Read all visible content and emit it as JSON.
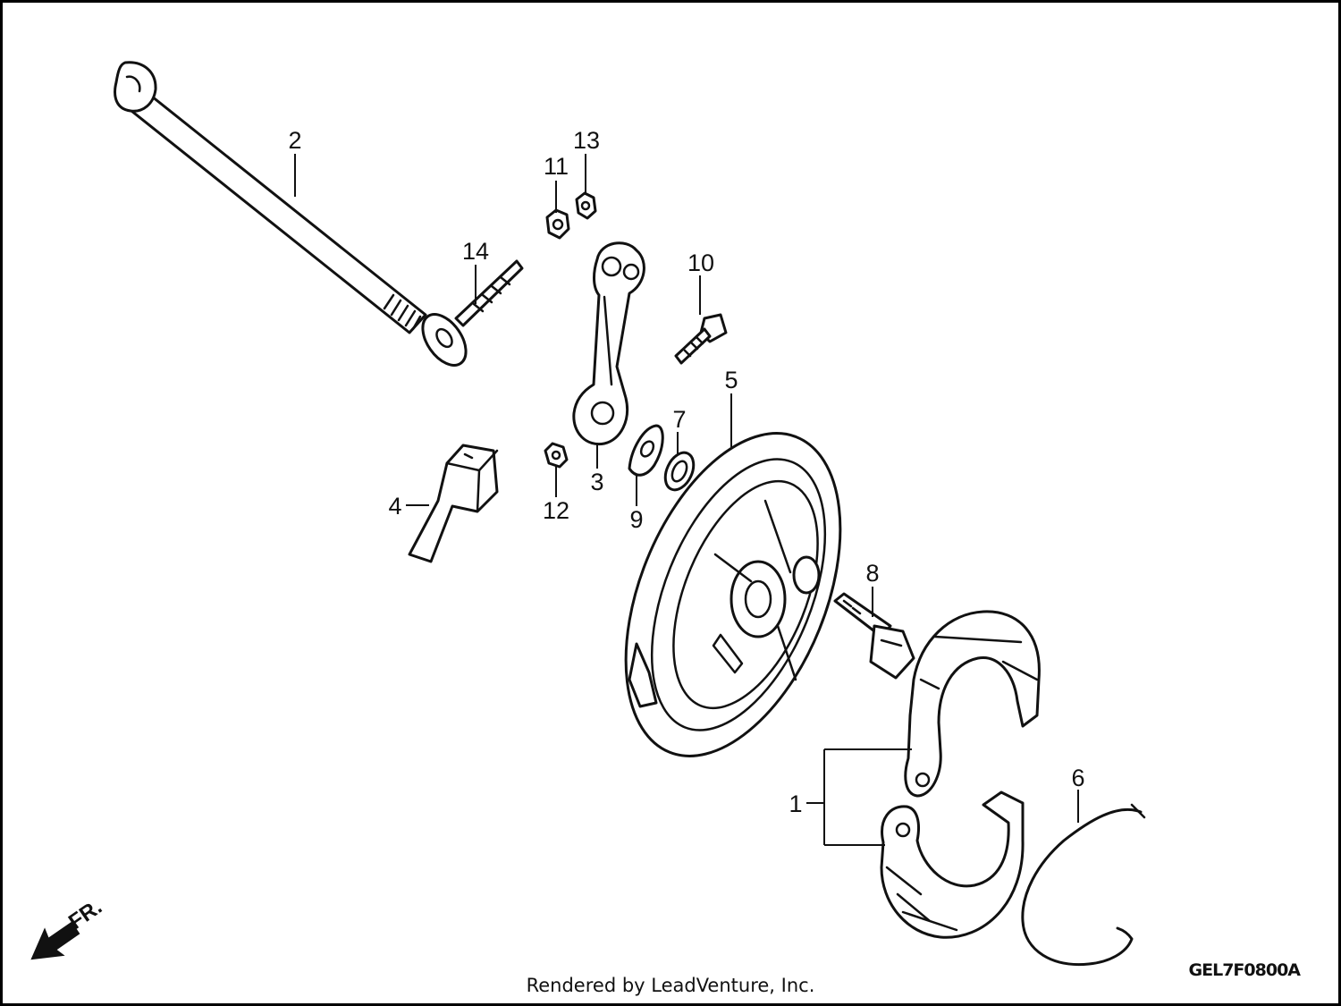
{
  "diagram": {
    "callouts": [
      "1",
      "2",
      "3",
      "4",
      "5",
      "6",
      "7",
      "8",
      "9",
      "10",
      "11",
      "12",
      "13",
      "14"
    ],
    "front_indicator": "FR.",
    "diagram_code": "GEL7F0800A"
  },
  "footer": {
    "credit": "Rendered by LeadVenture, Inc."
  },
  "colors": {
    "line": "#111111",
    "background": "#ffffff"
  }
}
